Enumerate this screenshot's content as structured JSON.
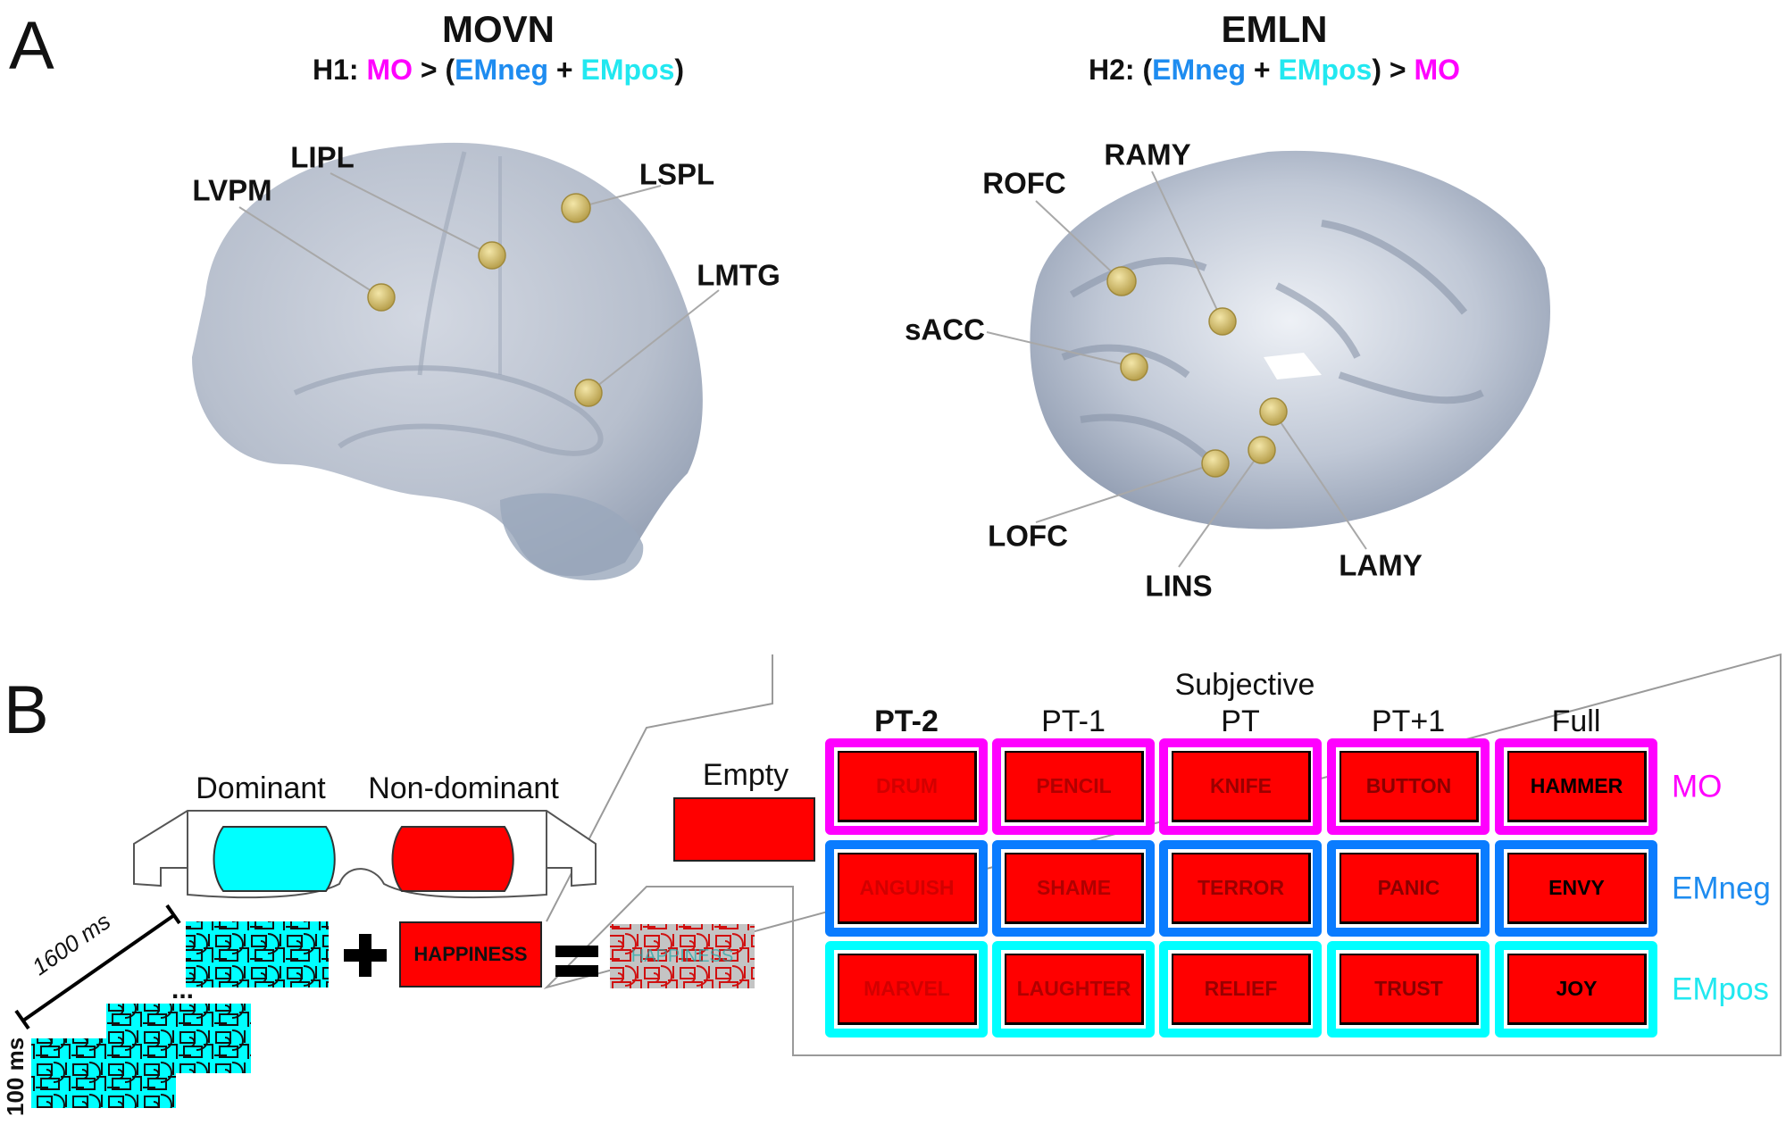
{
  "panel_a": {
    "letter": "A",
    "left": {
      "title": "MOVN",
      "hypothesis": {
        "prefix": "H1: ",
        "mo": "MO",
        "gt": " > (",
        "emneg": "EMneg",
        "plus": " + ",
        "empos": "EMpos",
        "close": ")"
      },
      "regions": [
        "LVPM",
        "LIPL",
        "LSPL",
        "LMTG"
      ]
    },
    "right": {
      "title": "EMLN",
      "hypothesis": {
        "prefix": "H2: (",
        "emneg": "EMneg",
        "plus": " + ",
        "empos": "EMpos",
        "close": ") > ",
        "mo": "MO"
      },
      "regions": [
        "ROFC",
        "RAMY",
        "sACC",
        "LOFC",
        "LINS",
        "LAMY"
      ]
    }
  },
  "panel_b": {
    "letter": "B",
    "glasses": {
      "left_label": "Dominant",
      "right_label": "Non-dominant"
    },
    "timing": {
      "long": "1600 ms",
      "short": "100 ms",
      "ellipsis": "..."
    },
    "stimulus_word": "HAPPINESS",
    "empty_label": "Empty",
    "subjective_label": "Subjective",
    "columns": [
      "PT-2",
      "PT-1",
      "PT",
      "PT+1",
      "Full"
    ],
    "rows": [
      {
        "label": "MO",
        "color": "#ff00ff",
        "words": [
          "DRUM",
          "PENCIL",
          "KNIFE",
          "BUTTON",
          "HAMMER"
        ]
      },
      {
        "label": "EMneg",
        "color": "#0a7cff",
        "words": [
          "ANGUISH",
          "SHAME",
          "TERROR",
          "PANIC",
          "ENVY"
        ]
      },
      {
        "label": "EMpos",
        "color": "#00ffff",
        "words": [
          "MARVEL",
          "LAUGHTER",
          "RELIEF",
          "TRUST",
          "JOY"
        ]
      }
    ],
    "word_visibility_colors": [
      "#d20000",
      "#b00000",
      "#9a0000",
      "#8a0000",
      "#000000"
    ]
  },
  "colors": {
    "mo": "#ff00ff",
    "emneg": "#1e8cf0",
    "empos": "#22e8f0",
    "stimulus_red": "#ff0000",
    "mask_cyan": "#00ffff",
    "node": "#d8c070"
  }
}
